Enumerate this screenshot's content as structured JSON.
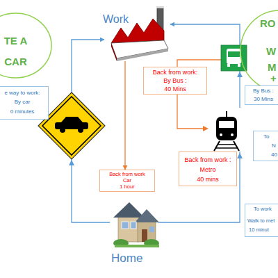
{
  "diagram": {
    "nodes": [
      {
        "text": [
          "TE A",
          "CAR"
        ]
      },
      {
        "text": [
          "Work"
        ]
      },
      {
        "text": [
          "RO",
          "W",
          "M",
          "+"
        ]
      },
      {
        "text": [
          "e way to work:",
          "By car",
          "0 minutes"
        ]
      },
      {
        "text": [
          "Back from work:",
          "By Bus :",
          "40 Mins"
        ]
      },
      {
        "text": [
          "By Bus :",
          "30 Mins"
        ]
      },
      {
        "text": [
          "To",
          "N",
          "40"
        ]
      },
      {
        "text": [
          "Back from work :",
          "Metro",
          "40 mins"
        ]
      },
      {
        "text": [
          "Back from work",
          "Car",
          "1 hour"
        ]
      },
      {
        "text": [
          "Home"
        ]
      },
      {
        "text": [
          "To work",
          "Walk to met",
          "10 minut"
        ]
      }
    ],
    "edges": [
      {
        "from": 1,
        "to": 8,
        "arrow": "to"
      },
      {
        "from": 9,
        "to": 1,
        "arrow": "to"
      },
      {
        "from": 9,
        "to": 1,
        "arrow": "to"
      }
    ]
  }
}
